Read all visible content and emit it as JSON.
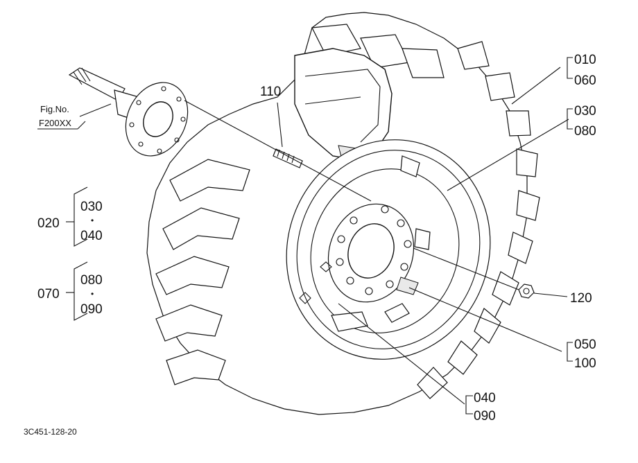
{
  "figure_ref": {
    "line1": "Fig.No.",
    "line2": "F200XX"
  },
  "drawing_code": "3C451-128-20",
  "callouts": {
    "c110": "110",
    "c010": "010",
    "c060": "060",
    "c030r": "030",
    "c080r": "080",
    "c120": "120",
    "c050": "050",
    "c100": "100",
    "c040b": "040",
    "c090b": "090"
  },
  "groups": [
    {
      "label": "020",
      "items": [
        "030",
        "040"
      ],
      "separator": "•"
    },
    {
      "label": "070",
      "items": [
        "080",
        "090"
      ],
      "separator": "•"
    }
  ]
}
